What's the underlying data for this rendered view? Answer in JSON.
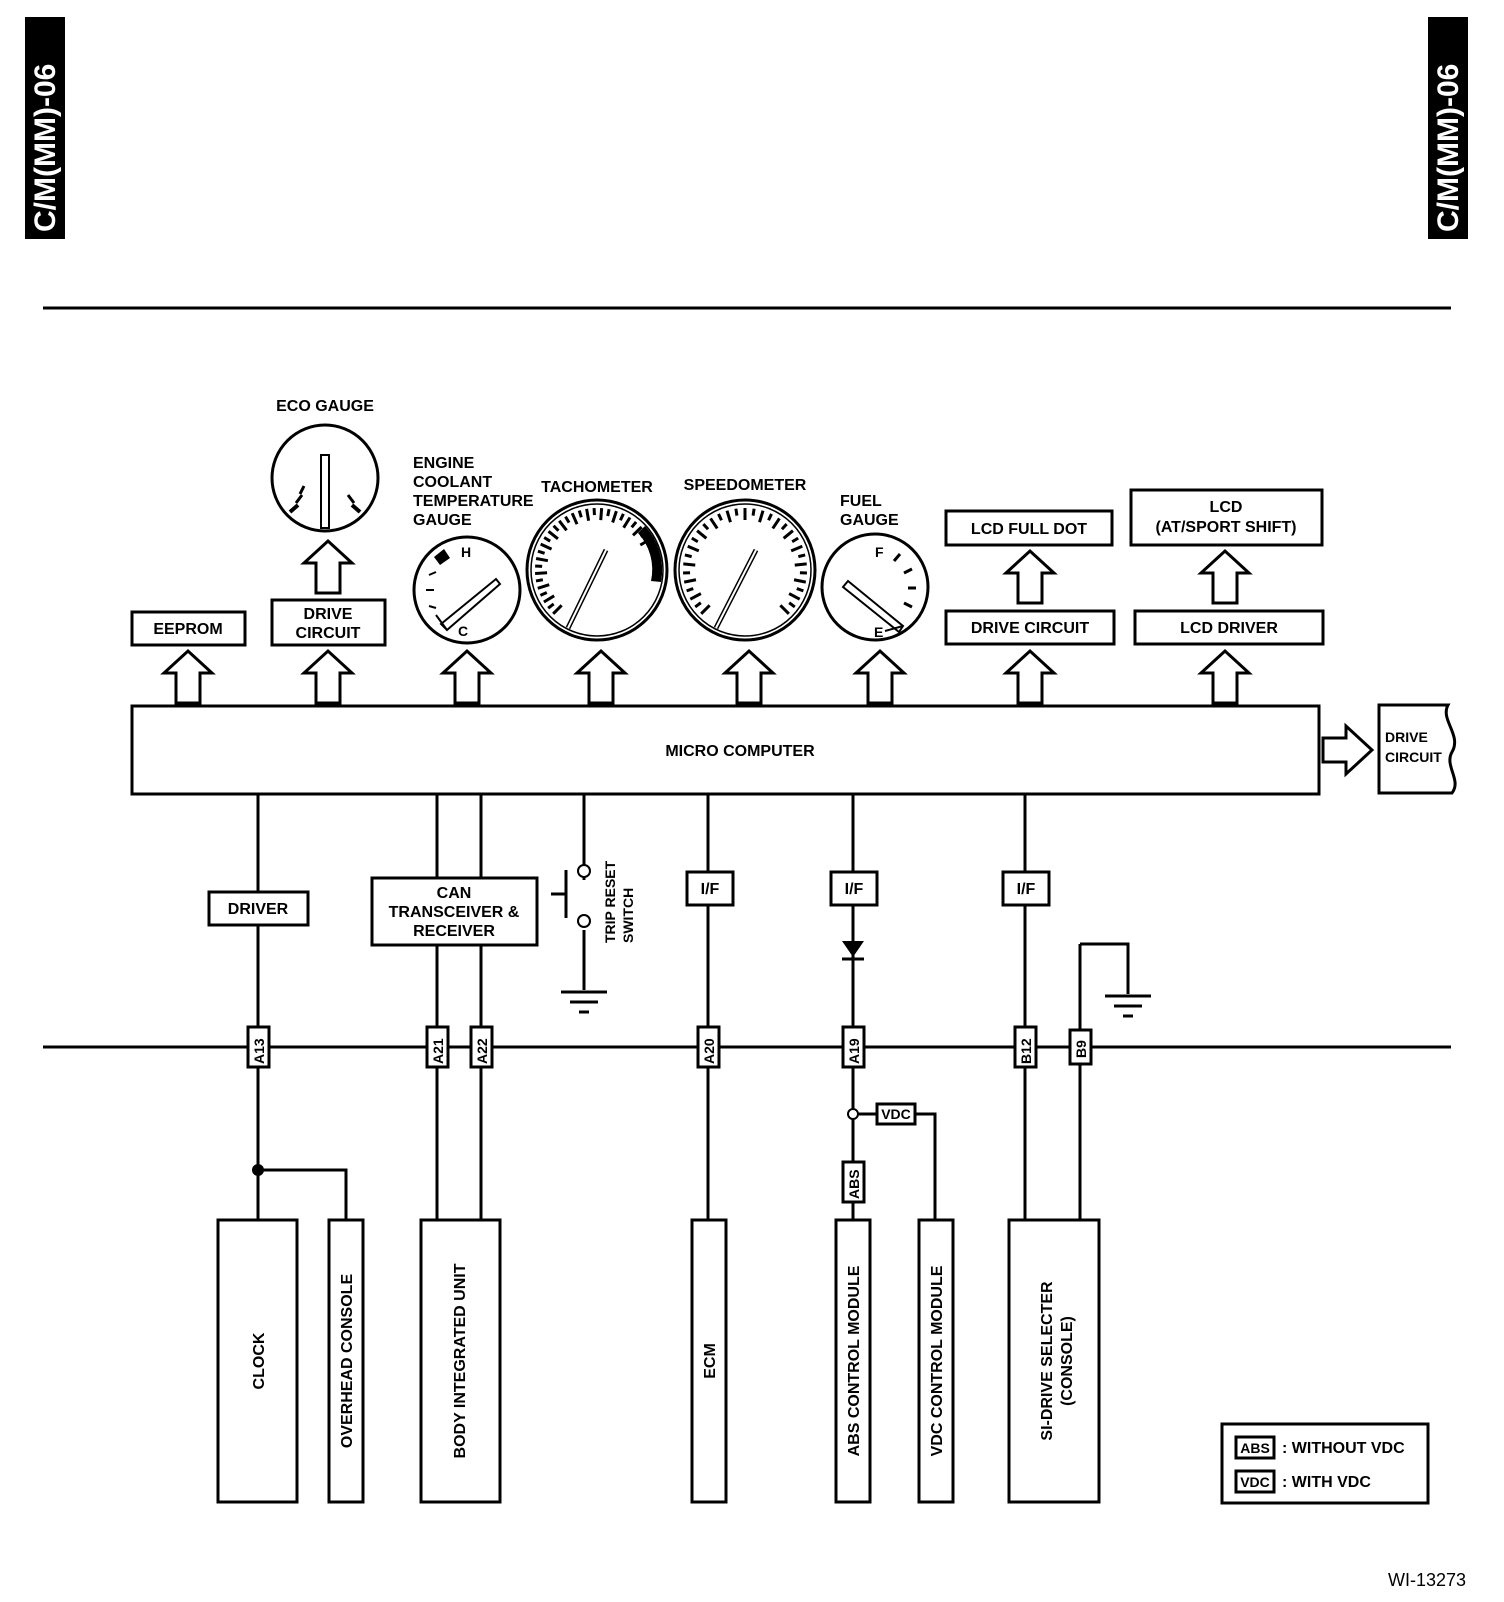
{
  "section_tag": "C/M(MM)-06",
  "figure_id": "WI-13273",
  "top_labels": {
    "eco_gauge": "ECO GAUGE",
    "engine_coolant_1": "ENGINE",
    "engine_coolant_2": "COOLANT",
    "engine_coolant_3": "TEMPERATURE",
    "engine_coolant_4": "GAUGE",
    "tachometer": "TACHOMETER",
    "speedometer": "SPEEDOMETER",
    "fuel_gauge_1": "FUEL",
    "fuel_gauge_2": "GAUGE",
    "lcd_full_dot": "LCD FULL DOT",
    "lcd_1": "LCD",
    "lcd_2": "(AT/SPORT SHIFT)"
  },
  "gauge_marks": {
    "hot": "H",
    "cold": "C",
    "full": "F",
    "empty": "E"
  },
  "modules": {
    "eeprom": "EEPROM",
    "drive_circuit_1": "DRIVE",
    "drive_circuit_2": "CIRCUIT",
    "drive_circuit_lcd": "DRIVE CIRCUIT",
    "lcd_driver": "LCD DRIVER",
    "micro_computer": "MICRO COMPUTER",
    "drive_circuit_right_1": "DRIVE",
    "drive_circuit_right_2": "CIRCUIT",
    "driver": "DRIVER",
    "can_1": "CAN",
    "can_2": "TRANSCEIVER &",
    "can_3": "RECEIVER",
    "if": "I/F",
    "trip_reset_1": "TRIP RESET",
    "trip_reset_2": "SWITCH"
  },
  "connectors": [
    "A13",
    "A21",
    "A22",
    "A20",
    "A19",
    "B12",
    "B9"
  ],
  "tags": {
    "vdc": "VDC",
    "abs": "ABS"
  },
  "units": {
    "clock": "CLOCK",
    "overhead_console": "OVERHEAD CONSOLE",
    "body_integrated_unit": "BODY INTEGRATED UNIT",
    "ecm": "ECM",
    "abs_control_module": "ABS CONTROL MODULE",
    "vdc_control_module": "VDC CONTROL MODULE",
    "si_drive_1": "SI-DRIVE SELECTER",
    "si_drive_2": "(CONSOLE)"
  },
  "legend": {
    "abs_tag": "ABS",
    "abs_text": ": WITHOUT VDC",
    "vdc_tag": "VDC",
    "vdc_text": ": WITH VDC"
  }
}
